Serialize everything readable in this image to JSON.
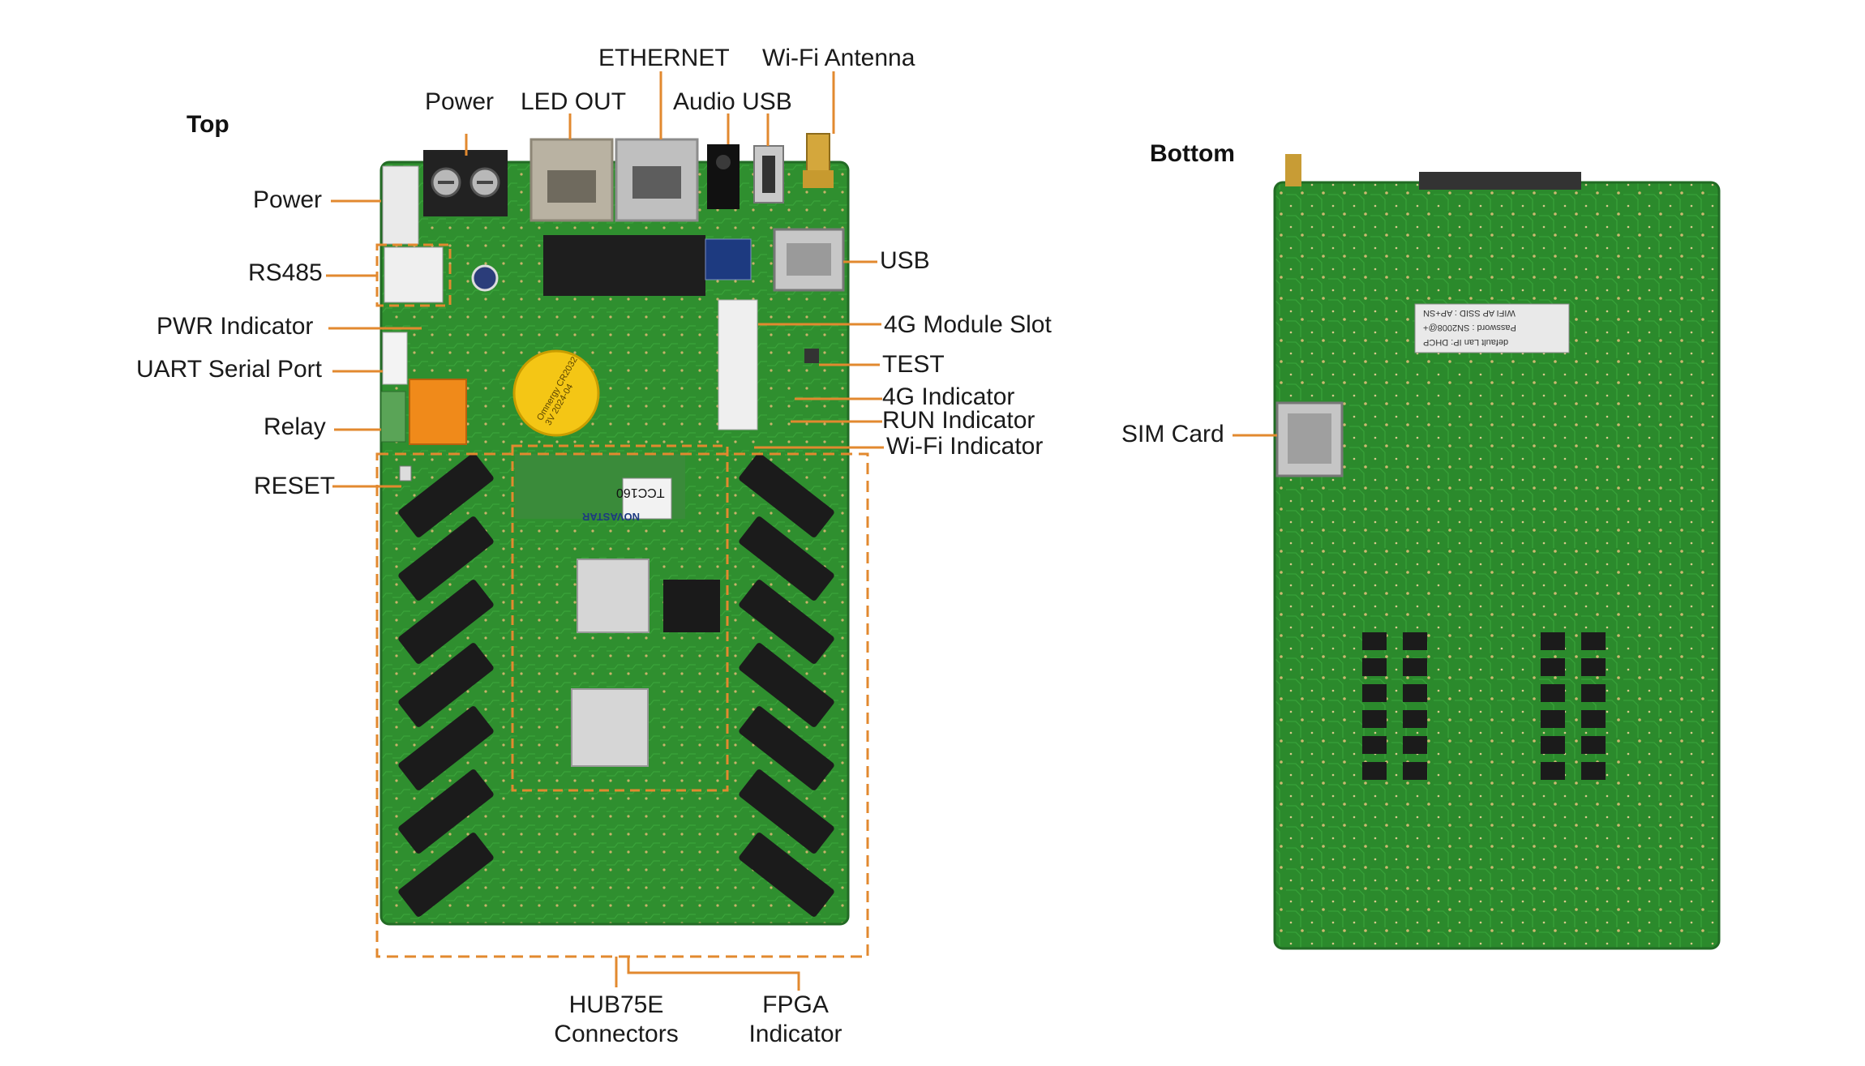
{
  "titles": {
    "top": "Top",
    "bottom": "Bottom"
  },
  "colors": {
    "leader": "#e2892f",
    "pcb": "#2f8f2f",
    "pcb_dark": "#1f6e25",
    "connector": "#1b1b1b"
  },
  "labels": {
    "ethernet": "ETHERNET",
    "wifi_antenna": "Wi-Fi Antenna",
    "power_top": "Power",
    "led_out": "LED OUT",
    "audio_usb": "Audio USB",
    "power_left": "Power",
    "rs485": "RS485",
    "pwr_indicator": "PWR Indicator",
    "uart": "UART Serial Port",
    "relay": "Relay",
    "reset": "RESET",
    "usb": "USB",
    "module_4g": "4G Module Slot",
    "test": "TEST",
    "indicator_4g": "4G Indicator",
    "run_indicator": "RUN Indicator",
    "wifi_indicator": "Wi-Fi Indicator",
    "hub75e_1": "HUB75E",
    "hub75e_2": "Connectors",
    "fpga_1": "FPGA",
    "fpga_2": "Indicator",
    "sim_card": "SIM Card"
  },
  "board_text": {
    "model": "TCC160",
    "brand": "NOVASTAR",
    "battery": "Omnergy CR2032 3V 2024-04",
    "sticker_1": "WIFI AP SSID : AP+SN",
    "sticker_2": "Password : SN2008@+",
    "sticker_3": "default Lan IP: DHCP"
  }
}
